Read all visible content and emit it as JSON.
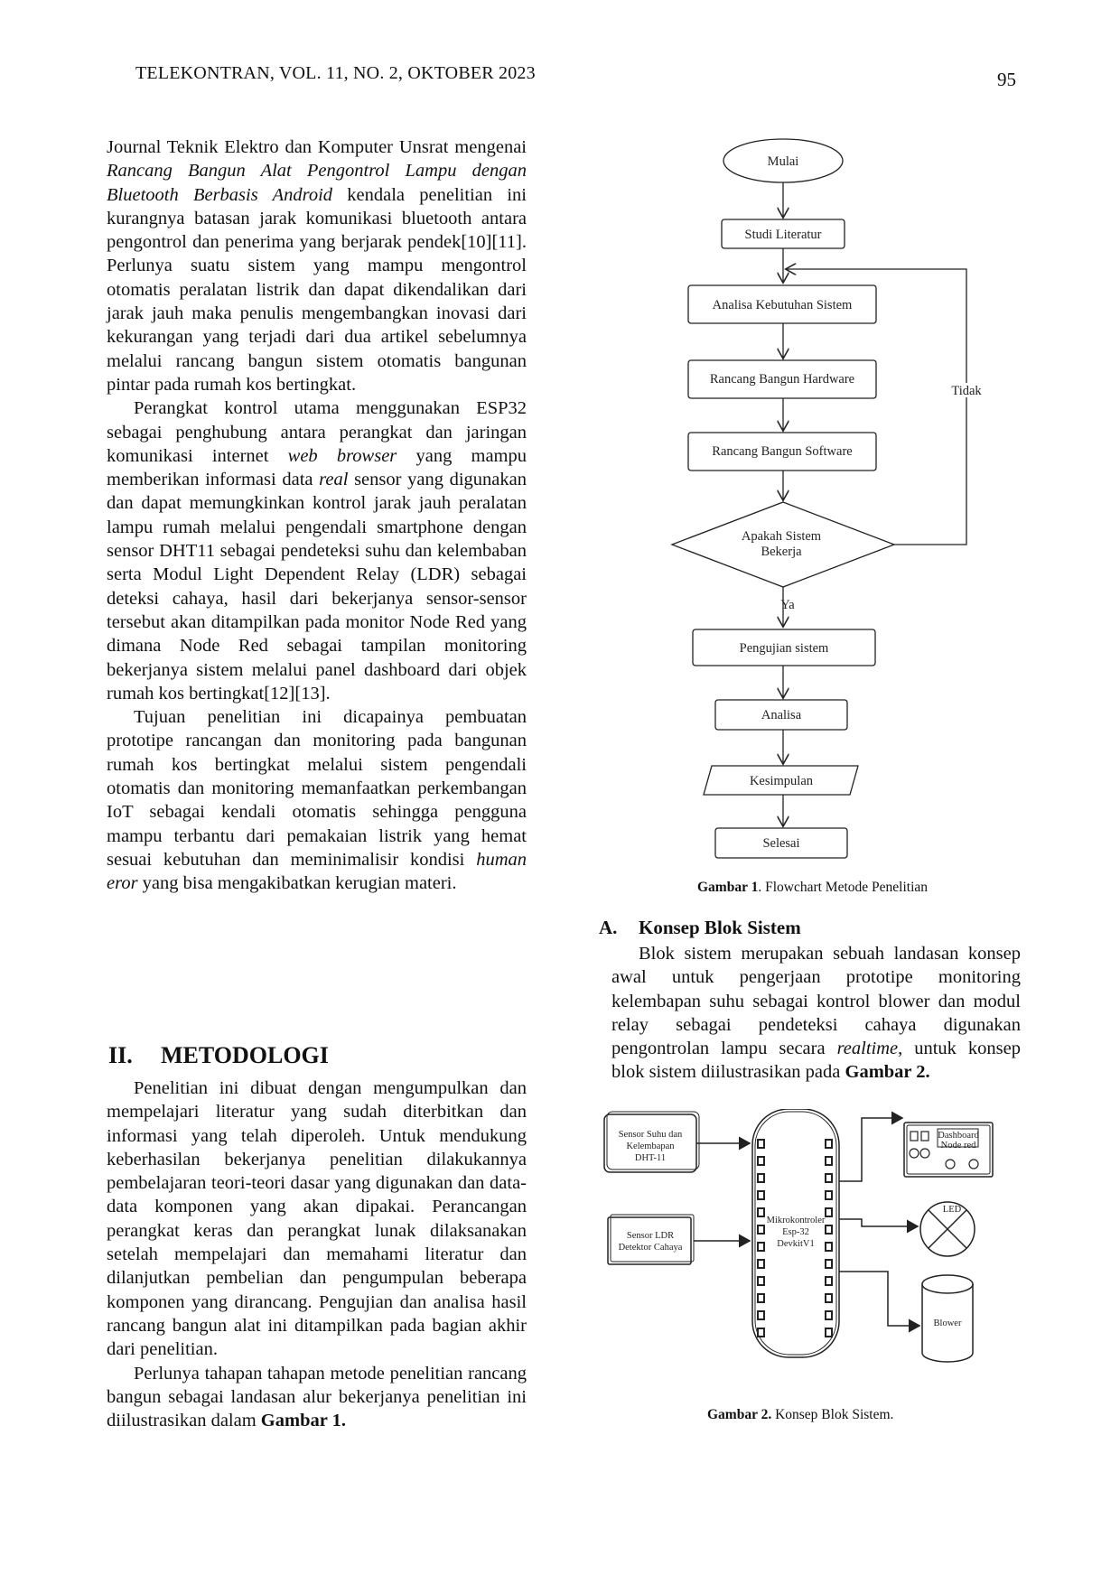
{
  "header": {
    "journal": "TELEKONTRAN, VOL. 11, NO. 2, OKTOBER 2023",
    "page_number": "95"
  },
  "left_column": {
    "p1_a": "Journal Teknik Elektro dan Komputer Unsrat mengenai ",
    "p1_title": "Rancang Bangun Alat Pengontrol Lampu dengan Bluetooth Berbasis Android",
    "p1_b": " kendala penelitian ini kurangnya batasan jarak komunikasi bluetooth antara pengontrol dan penerima yang berjarak pendek[10][11]. Perlunya suatu sistem yang mampu mengontrol otomatis peralatan listrik dan dapat dikendalikan dari jarak jauh maka penulis mengembangkan inovasi dari kekurangan yang terjadi dari dua artikel sebelumnya melalui rancang bangun sistem otomatis bangunan pintar pada rumah kos bertingkat.",
    "p2_a": "Perangkat kontrol utama menggunakan ESP32 sebagai penghubung antara perangkat dan jaringan komunikasi internet ",
    "p2_web": "web browser",
    "p2_b": " yang mampu memberikan informasi data ",
    "p2_real": "real",
    "p2_c": " sensor yang digunakan dan dapat memungkinkan kontrol jarak jauh peralatan lampu rumah melalui pengendali smartphone dengan sensor DHT11 sebagai pendeteksi suhu dan kelembaban serta Modul Light Dependent Relay (LDR) sebagai deteksi cahaya, hasil dari bekerjanya sensor-sensor tersebut akan ditampilkan pada monitor Node Red yang dimana Node Red sebagai tampilan monitoring bekerjanya sistem melalui panel dashboard dari objek rumah kos bertingkat[12][13].",
    "p3_a": "Tujuan penelitian ini dicapainya pembuatan prototipe rancangan dan monitoring pada bangunan rumah kos bertingkat melalui sistem pengendali otomatis dan monitoring memanfaatkan perkembangan IoT sebagai kendali otomatis sehingga pengguna mampu terbantu dari pemakaian listrik yang hemat sesuai kebutuhan dan meminimalisir kondisi ",
    "p3_human": "human eror",
    "p3_b": " yang bisa mengakibatkan kerugian materi."
  },
  "section2": {
    "number": "II.",
    "title": "METODOLOGI",
    "p1": "Penelitian ini dibuat dengan mengumpulkan dan mempelajari literatur yang sudah diterbitkan dan informasi yang telah diperoleh. Untuk mendukung keberhasilan bekerjanya penelitian dilakukannya pembelajaran teori-teori dasar yang digunakan dan data-data komponen yang akan dipakai. Perancangan perangkat keras dan perangkat lunak dilaksanakan setelah mempelajari dan memahami literatur dan dilanjutkan pembelian dan pengumpulan beberapa komponen yang dirancang. Pengujian dan analisa hasil  rancang bangun alat ini ditampilkan pada bagian akhir dari penelitian.",
    "p2_a": "Perlunya tahapan tahapan metode penelitian rancang bangun sebagai landasan alur bekerjanya penelitian ini diilustrasikan dalam ",
    "p2_ref": "Gambar 1."
  },
  "flowchart": {
    "start": "Mulai",
    "step1": "Studi Literatur",
    "step2": "Analisa Kebutuhan Sistem",
    "step3": "Rancang Bangun Hardware",
    "step4": "Rancang Bangun Software",
    "decision_line1": "Apakah Sistem",
    "decision_line2": "Bekerja",
    "no_label": "Tidak",
    "yes_label": "Ya",
    "step5": "Pengujian sistem",
    "step6": "Analisa",
    "step7": "Kesimpulan",
    "end": "Selesai"
  },
  "figure1_caption": {
    "label": "Gambar 1",
    "text": ". Flowchart Metode Penelitian"
  },
  "subsection_a": {
    "number": "A.",
    "title": "Konsep Blok Sistem",
    "p_a": "Blok sistem merupakan sebuah landasan konsep awal untuk pengerjaan prototipe monitoring kelembapan suhu sebagai kontrol blower dan modul relay sebagai pendeteksi cahaya digunakan pengontrolan lampu secara ",
    "p_realtime": "realtime",
    "p_b": ", untuk konsep blok sistem diilustrasikan pada ",
    "p_ref": "Gambar 2."
  },
  "block_diagram": {
    "sensor_dht_line1": "Sensor Suhu dan",
    "sensor_dht_line2": "Kelembapan",
    "sensor_dht_line3": "DHT-11",
    "sensor_ldr_line1": "Sensor LDR",
    "sensor_ldr_line2": "Detektor Cahaya",
    "mcu_line1": "Mikrokontroler",
    "mcu_line2": "Esp-32",
    "mcu_line3": "DevkitV1",
    "dashboard_line1": "Dashboard",
    "dashboard_line2": "Node red",
    "led": "LED",
    "blower": "Blower"
  },
  "figure2_caption": {
    "label": "Gambar 2.",
    "text": " Konsep Blok Sistem."
  }
}
